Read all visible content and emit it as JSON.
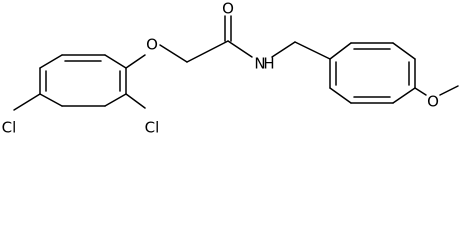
{
  "atoms": {
    "cl_para": "Cl",
    "cl_ortho": "Cl",
    "o_ether": "O",
    "o_carbonyl": "O",
    "n_amide": "N",
    "h_amide": "H",
    "o_methoxy": "O"
  },
  "colors": {
    "bond": "#000000",
    "background": "#ffffff"
  }
}
